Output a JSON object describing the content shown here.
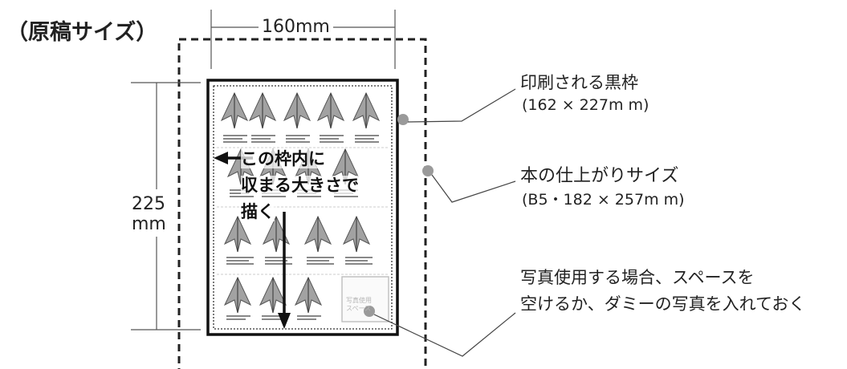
{
  "title": "（原稿サイズ）",
  "width_dimension": "160mm",
  "height_dimension": {
    "value": "225",
    "unit": "mm"
  },
  "annotations": {
    "black_frame": {
      "label": "印刷される黒枠",
      "size": "(162 × 227m m)"
    },
    "book_size": {
      "label": "本の仕上がりサイズ",
      "size": "(B5・182 × 257m m)"
    },
    "photo_note": {
      "line1": "写真使用する場合、スペースを",
      "line2": "空けるか、ダミーの写真を入れておく"
    }
  },
  "inner_instruction": {
    "line1": "この枠内に",
    "line2": "収まる大きさで",
    "line3": "描く"
  },
  "colors": {
    "line": "#222222",
    "dot": "#9a9a9a",
    "crane": "#555555",
    "text_bar": "#888888"
  }
}
